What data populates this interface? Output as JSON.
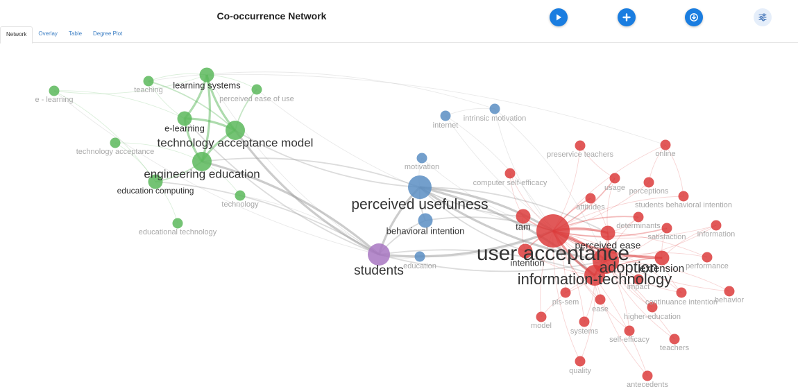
{
  "title": "Co-occurrence Network",
  "tabs": [
    {
      "label": "Network",
      "active": true
    },
    {
      "label": "Overlay",
      "active": false
    },
    {
      "label": "Table",
      "active": false
    },
    {
      "label": "Degree Plot",
      "active": false
    }
  ],
  "controls": [
    {
      "icon": "play-icon"
    },
    {
      "icon": "plus-icon"
    },
    {
      "icon": "download-icon"
    },
    {
      "icon": "settings-sliders-icon"
    }
  ],
  "colors": {
    "green": "#5cb85c",
    "blue": "#5b8ec3",
    "red": "#dc3c3c",
    "purple": "#a877c2",
    "control_blue": "#1a7de0"
  },
  "clusters": [
    {
      "name": "green",
      "color": "#5cb85c"
    },
    {
      "name": "blue",
      "color": "#5b8ec3"
    },
    {
      "name": "red",
      "color": "#dc3c3c"
    },
    {
      "name": "purple",
      "color": "#a877c2"
    }
  ],
  "nodes": [
    {
      "label": "e - learning",
      "cluster": "green",
      "size": 1
    },
    {
      "label": "teaching",
      "cluster": "green",
      "size": 1
    },
    {
      "label": "learning systems",
      "cluster": "green",
      "size": 2
    },
    {
      "label": "perceived ease of use",
      "cluster": "green",
      "size": 1
    },
    {
      "label": "e-learning",
      "cluster": "green",
      "size": 2
    },
    {
      "label": "technology acceptance",
      "cluster": "green",
      "size": 1
    },
    {
      "label": "technology acceptance model",
      "cluster": "green",
      "size": 3
    },
    {
      "label": "engineering education",
      "cluster": "green",
      "size": 3
    },
    {
      "label": "education computing",
      "cluster": "green",
      "size": 2
    },
    {
      "label": "technology",
      "cluster": "green",
      "size": 1
    },
    {
      "label": "educational technology",
      "cluster": "green",
      "size": 1
    },
    {
      "label": "internet",
      "cluster": "blue",
      "size": 1
    },
    {
      "label": "intrinsic motivation",
      "cluster": "blue",
      "size": 1
    },
    {
      "label": "motivation",
      "cluster": "blue",
      "size": 1
    },
    {
      "label": "perceived usefulness",
      "cluster": "blue",
      "size": 4
    },
    {
      "label": "behavioral intention",
      "cluster": "blue",
      "size": 2
    },
    {
      "label": "education",
      "cluster": "blue",
      "size": 1
    },
    {
      "label": "students",
      "cluster": "purple",
      "size": 3
    },
    {
      "label": "preservice teachers",
      "cluster": "red",
      "size": 1
    },
    {
      "label": "online",
      "cluster": "red",
      "size": 1
    },
    {
      "label": "computer self-efficacy",
      "cluster": "red",
      "size": 1
    },
    {
      "label": "usage",
      "cluster": "red",
      "size": 1
    },
    {
      "label": "perceptions",
      "cluster": "red",
      "size": 1
    },
    {
      "label": "attitudes",
      "cluster": "red",
      "size": 1
    },
    {
      "label": "students behavioral intention",
      "cluster": "red",
      "size": 1
    },
    {
      "label": "tam",
      "cluster": "red",
      "size": 2
    },
    {
      "label": "determinants",
      "cluster": "red",
      "size": 1
    },
    {
      "label": "satisfaction",
      "cluster": "red",
      "size": 1
    },
    {
      "label": "information",
      "cluster": "red",
      "size": 1
    },
    {
      "label": "perceived ease",
      "cluster": "red",
      "size": 2
    },
    {
      "label": "user acceptance",
      "cluster": "red",
      "size": 5
    },
    {
      "label": "intention",
      "cluster": "red",
      "size": 2
    },
    {
      "label": "adoption",
      "cluster": "red",
      "size": 4
    },
    {
      "label": "extension",
      "cluster": "red",
      "size": 2
    },
    {
      "label": "performance",
      "cluster": "red",
      "size": 1
    },
    {
      "label": "information-technology",
      "cluster": "red",
      "size": 4
    },
    {
      "label": "impact",
      "cluster": "red",
      "size": 1
    },
    {
      "label": "pls-sem",
      "cluster": "red",
      "size": 1
    },
    {
      "label": "ease",
      "cluster": "red",
      "size": 1
    },
    {
      "label": "continuance intention",
      "cluster": "red",
      "size": 1
    },
    {
      "label": "behavior",
      "cluster": "red",
      "size": 1
    },
    {
      "label": "higher-education",
      "cluster": "red",
      "size": 1
    },
    {
      "label": "model",
      "cluster": "red",
      "size": 1
    },
    {
      "label": "systems",
      "cluster": "red",
      "size": 1
    },
    {
      "label": "self-efficacy",
      "cluster": "red",
      "size": 1
    },
    {
      "label": "teachers",
      "cluster": "red",
      "size": 1
    },
    {
      "label": "quality",
      "cluster": "red",
      "size": 1
    },
    {
      "label": "antecedents",
      "cluster": "red",
      "size": 1
    }
  ],
  "edges": [
    [
      "technology acceptance model",
      "engineering education",
      3
    ],
    [
      "technology acceptance model",
      "learning systems",
      3
    ],
    [
      "technology acceptance model",
      "e-learning",
      3
    ],
    [
      "technology acceptance model",
      "perceived ease of use",
      2
    ],
    [
      "technology acceptance model",
      "teaching",
      2
    ],
    [
      "engineering education",
      "e-learning",
      3
    ],
    [
      "engineering education",
      "learning systems",
      3
    ],
    [
      "engineering education",
      "education computing",
      2
    ],
    [
      "engineering education",
      "technology acceptance",
      1
    ],
    [
      "engineering education",
      "technology",
      1
    ],
    [
      "e-learning",
      "learning systems",
      3
    ],
    [
      "e-learning",
      "teaching",
      1
    ],
    [
      "e-learning",
      "e - learning",
      1
    ],
    [
      "learning systems",
      "e - learning",
      1
    ],
    [
      "learning systems",
      "teaching",
      1
    ],
    [
      "learning systems",
      "perceived ease of use",
      1
    ],
    [
      "education computing",
      "technology acceptance",
      1
    ],
    [
      "education computing",
      "educational technology",
      1
    ],
    [
      "education computing",
      "e - learning",
      1
    ],
    [
      "engineering education",
      "students",
      3
    ],
    [
      "technology acceptance model",
      "students",
      3
    ],
    [
      "engineering education",
      "perceived usefulness",
      2
    ],
    [
      "technology acceptance model",
      "perceived usefulness",
      2
    ],
    [
      "education computing",
      "students",
      2
    ],
    [
      "e-learning",
      "students",
      2
    ],
    [
      "technology",
      "students",
      1
    ],
    [
      "learning systems",
      "students",
      1
    ],
    [
      "students",
      "perceived usefulness",
      3
    ],
    [
      "students",
      "user acceptance",
      3
    ],
    [
      "students",
      "information-technology",
      2
    ],
    [
      "students",
      "adoption",
      2
    ],
    [
      "students",
      "behavioral intention",
      2
    ],
    [
      "students",
      "education",
      1
    ],
    [
      "perceived usefulness",
      "user acceptance",
      3
    ],
    [
      "perceived usefulness",
      "adoption",
      3
    ],
    [
      "perceived usefulness",
      "information-technology",
      3
    ],
    [
      "perceived usefulness",
      "tam",
      2
    ],
    [
      "perceived usefulness",
      "perceived ease",
      2
    ],
    [
      "perceived usefulness",
      "intention",
      2
    ],
    [
      "perceived usefulness",
      "motivation",
      1
    ],
    [
      "perceived usefulness",
      "behavioral intention",
      2
    ],
    [
      "behavioral intention",
      "user acceptance",
      2
    ],
    [
      "education",
      "user acceptance",
      1
    ],
    [
      "internet",
      "user acceptance",
      1
    ],
    [
      "intrinsic motivation",
      "user acceptance",
      1
    ],
    [
      "user acceptance",
      "adoption",
      3
    ],
    [
      "user acceptance",
      "information-technology",
      3
    ],
    [
      "user acceptance",
      "perceived ease",
      3
    ],
    [
      "user acceptance",
      "extension",
      3
    ],
    [
      "user acceptance",
      "tam",
      2
    ],
    [
      "user acceptance",
      "intention",
      2
    ],
    [
      "user acceptance",
      "determinants",
      2
    ],
    [
      "user acceptance",
      "satisfaction",
      2
    ],
    [
      "user acceptance",
      "attitudes",
      2
    ],
    [
      "user acceptance",
      "usage",
      2
    ],
    [
      "user acceptance",
      "computer self-efficacy",
      1
    ],
    [
      "user acceptance",
      "perceptions",
      1
    ],
    [
      "user acceptance",
      "students behavioral intention",
      1
    ],
    [
      "user acceptance",
      "information",
      1
    ],
    [
      "user acceptance",
      "performance",
      1
    ],
    [
      "user acceptance",
      "impact",
      1
    ],
    [
      "user acceptance",
      "pls-sem",
      1
    ],
    [
      "user acceptance",
      "ease",
      1
    ],
    [
      "user acceptance",
      "continuance intention",
      1
    ],
    [
      "user acceptance",
      "behavior",
      1
    ],
    [
      "user acceptance",
      "higher-education",
      1
    ],
    [
      "user acceptance",
      "model",
      1
    ],
    [
      "user acceptance",
      "systems",
      1
    ],
    [
      "user acceptance",
      "self-efficacy",
      1
    ],
    [
      "user acceptance",
      "teachers",
      1
    ],
    [
      "user acceptance",
      "quality",
      1
    ],
    [
      "user acceptance",
      "antecedents",
      1
    ],
    [
      "user acceptance",
      "preservice teachers",
      1
    ],
    [
      "user acceptance",
      "online",
      1
    ],
    [
      "adoption",
      "information-technology",
      3
    ],
    [
      "adoption",
      "extension",
      2
    ],
    [
      "adoption",
      "perceived ease",
      2
    ],
    [
      "adoption",
      "determinants",
      1
    ],
    [
      "adoption",
      "satisfaction",
      1
    ],
    [
      "adoption",
      "impact",
      1
    ],
    [
      "adoption",
      "continuance intention",
      1
    ],
    [
      "adoption",
      "performance",
      1
    ],
    [
      "adoption",
      "information",
      1
    ],
    [
      "adoption",
      "behavior",
      1
    ],
    [
      "adoption",
      "higher-education",
      1
    ],
    [
      "adoption",
      "self-efficacy",
      1
    ],
    [
      "adoption",
      "teachers",
      1
    ],
    [
      "information-technology",
      "extension",
      2
    ],
    [
      "information-technology",
      "perceived ease",
      2
    ],
    [
      "information-technology",
      "intention",
      1
    ],
    [
      "information-technology",
      "ease",
      1
    ],
    [
      "information-technology",
      "systems",
      1
    ],
    [
      "information-technology",
      "model",
      1
    ],
    [
      "information-technology",
      "quality",
      1
    ],
    [
      "information-technology",
      "antecedents",
      1
    ],
    [
      "information-technology",
      "pls-sem",
      1
    ],
    [
      "perceived ease",
      "determinants",
      1
    ],
    [
      "perceived ease",
      "usage",
      1
    ],
    [
      "perceived ease",
      "attitudes",
      1
    ],
    [
      "extension",
      "satisfaction",
      1
    ],
    [
      "extension",
      "continuance intention",
      1
    ],
    [
      "extension",
      "information",
      1
    ],
    [
      "tam",
      "intention",
      1
    ],
    [
      "tam",
      "computer self-efficacy",
      1
    ],
    [
      "online",
      "perceptions",
      1
    ],
    [
      "online",
      "students behavioral intention",
      1
    ],
    [
      "preservice teachers",
      "usage",
      1
    ],
    [
      "internet",
      "intrinsic motivation",
      1
    ],
    [
      "internet",
      "adoption",
      1
    ],
    [
      "intrinsic motivation",
      "adoption",
      1
    ],
    [
      "motivation",
      "user acceptance",
      1
    ],
    [
      "learning systems",
      "online",
      1
    ],
    [
      "perceived ease of use",
      "user acceptance",
      1
    ],
    [
      "teaching",
      "intrinsic motivation",
      1
    ],
    [
      "e - learning",
      "students",
      1
    ]
  ]
}
